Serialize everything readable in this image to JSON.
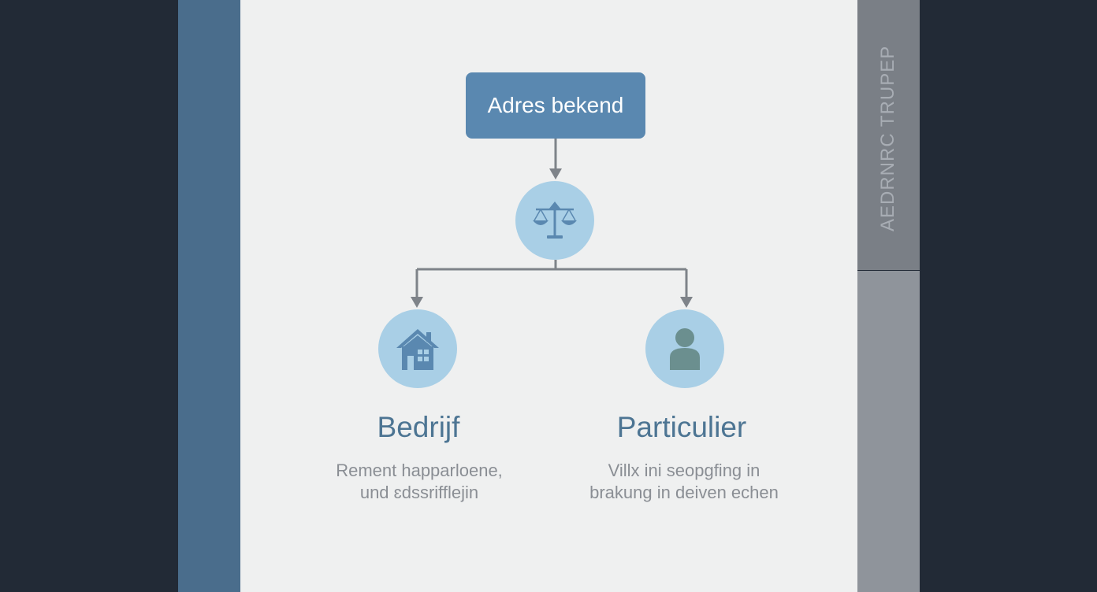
{
  "sidebar_right": {
    "vertical_text": "AEDRNRC TRUPEP"
  },
  "diagram": {
    "root": {
      "label": "Adres bekend"
    },
    "decision": {
      "icon": "scale-icon"
    },
    "branches": [
      {
        "icon": "house-icon",
        "title": "Bedrijf",
        "desc_line1": "Rement happarloene,",
        "desc_line2": "und ɛdssrifflejin"
      },
      {
        "icon": "person-icon",
        "title": "Particulier",
        "desc_line1": "Villx ini seopgfing in",
        "desc_line2": "brakung in deiven echen"
      }
    ]
  },
  "colors": {
    "background": "#222a36",
    "panel": "#eff0f0",
    "left_bar": "#4a6d8c",
    "right_bar": "#7a7f86",
    "root_box": "#5a88b0",
    "circle": "#a9cfe6",
    "icon": "#5a88b0",
    "person_icon": "#6b8f8f",
    "title_text": "#4d7593",
    "desc_text": "#8a8e94",
    "connector": "#7e8389"
  }
}
